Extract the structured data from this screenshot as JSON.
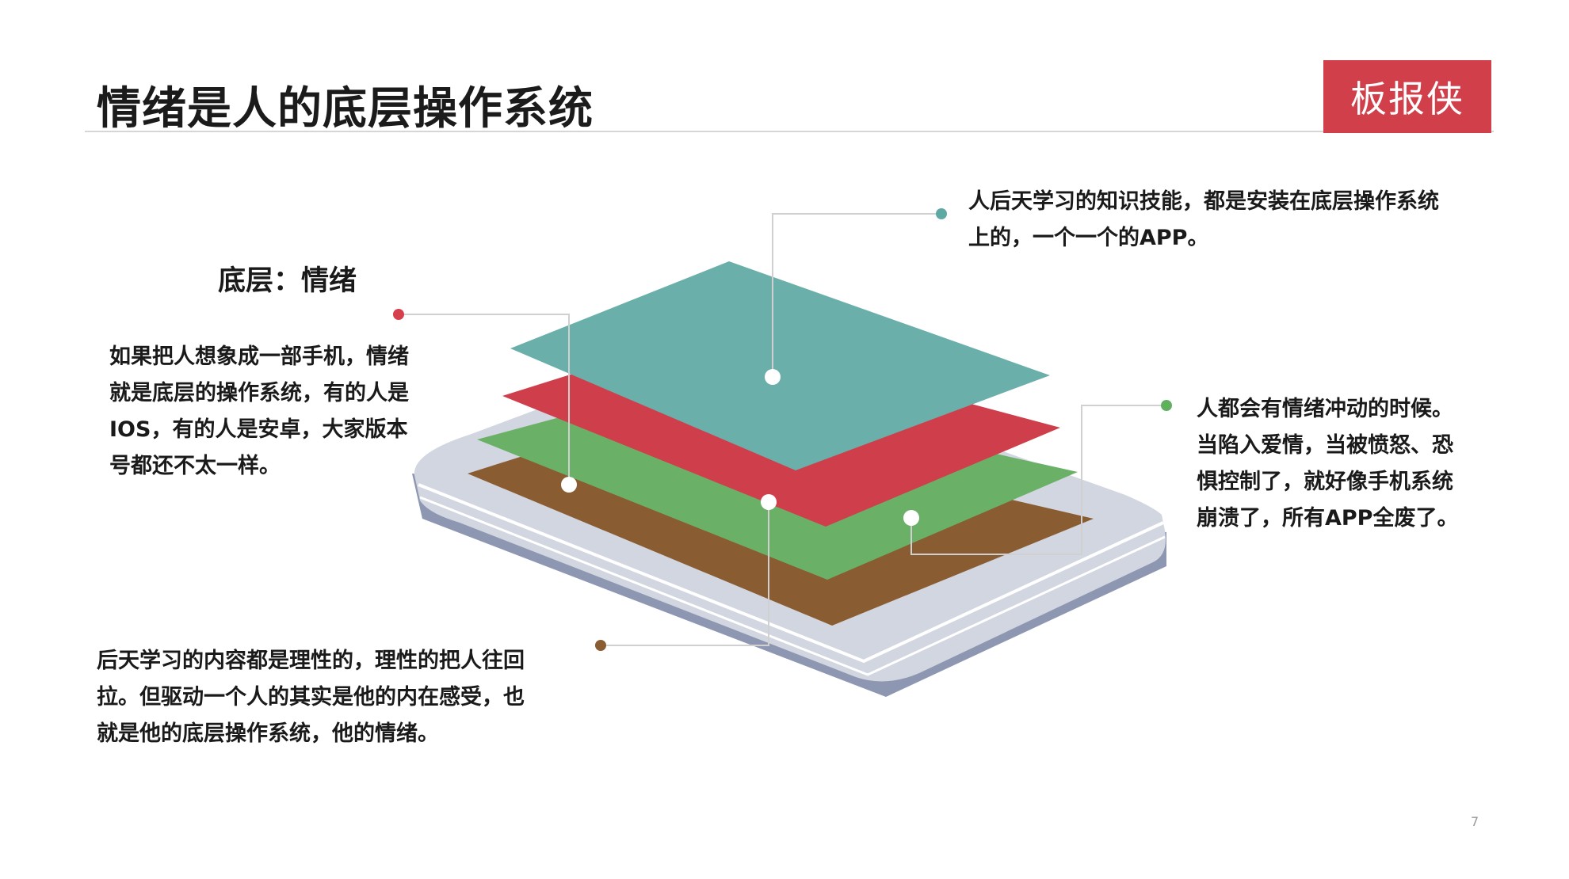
{
  "title": "情绪是人的底层操作系统",
  "logo_text": "板报侠",
  "page_number": "7",
  "left_heading": "底层：情绪",
  "annotations": {
    "top_right": [
      "人后天学习的知识技能，都是安装在底层操作系统",
      "上的，一个一个的APP。"
    ],
    "left": [
      "如果把人想象成一部手机，情绪",
      "就是底层的操作系统，有的人是",
      "IOS，有的人是安卓，大家版本",
      "号都还不太一样。"
    ],
    "right": [
      "人都会有情绪冲动的时候。",
      "当陷入爱情，当被愤怒、恐",
      "惧控制了，就好像手机系统",
      "崩溃了，所有APP全废了。"
    ],
    "bottom_left": [
      "后天学习的内容都是理性的，理性的把人往回",
      "拉。但驱动一个人的其实是他的内在感受，也",
      "就是他的底层操作系统，他的情绪。"
    ]
  },
  "colors": {
    "layer_top": "#6aafaa",
    "layer_red": "#cf3f4b",
    "layer_green": "#6ab167",
    "layer_brown": "#8a5c32",
    "phone_body": "#d2d6e0",
    "phone_edge": "#8e97b2",
    "dot_teal": "#5fa9a5",
    "dot_red": "#d63f4c",
    "dot_green": "#60b060",
    "dot_brown": "#8a5c32",
    "logo_bg": "#d13f4b"
  }
}
